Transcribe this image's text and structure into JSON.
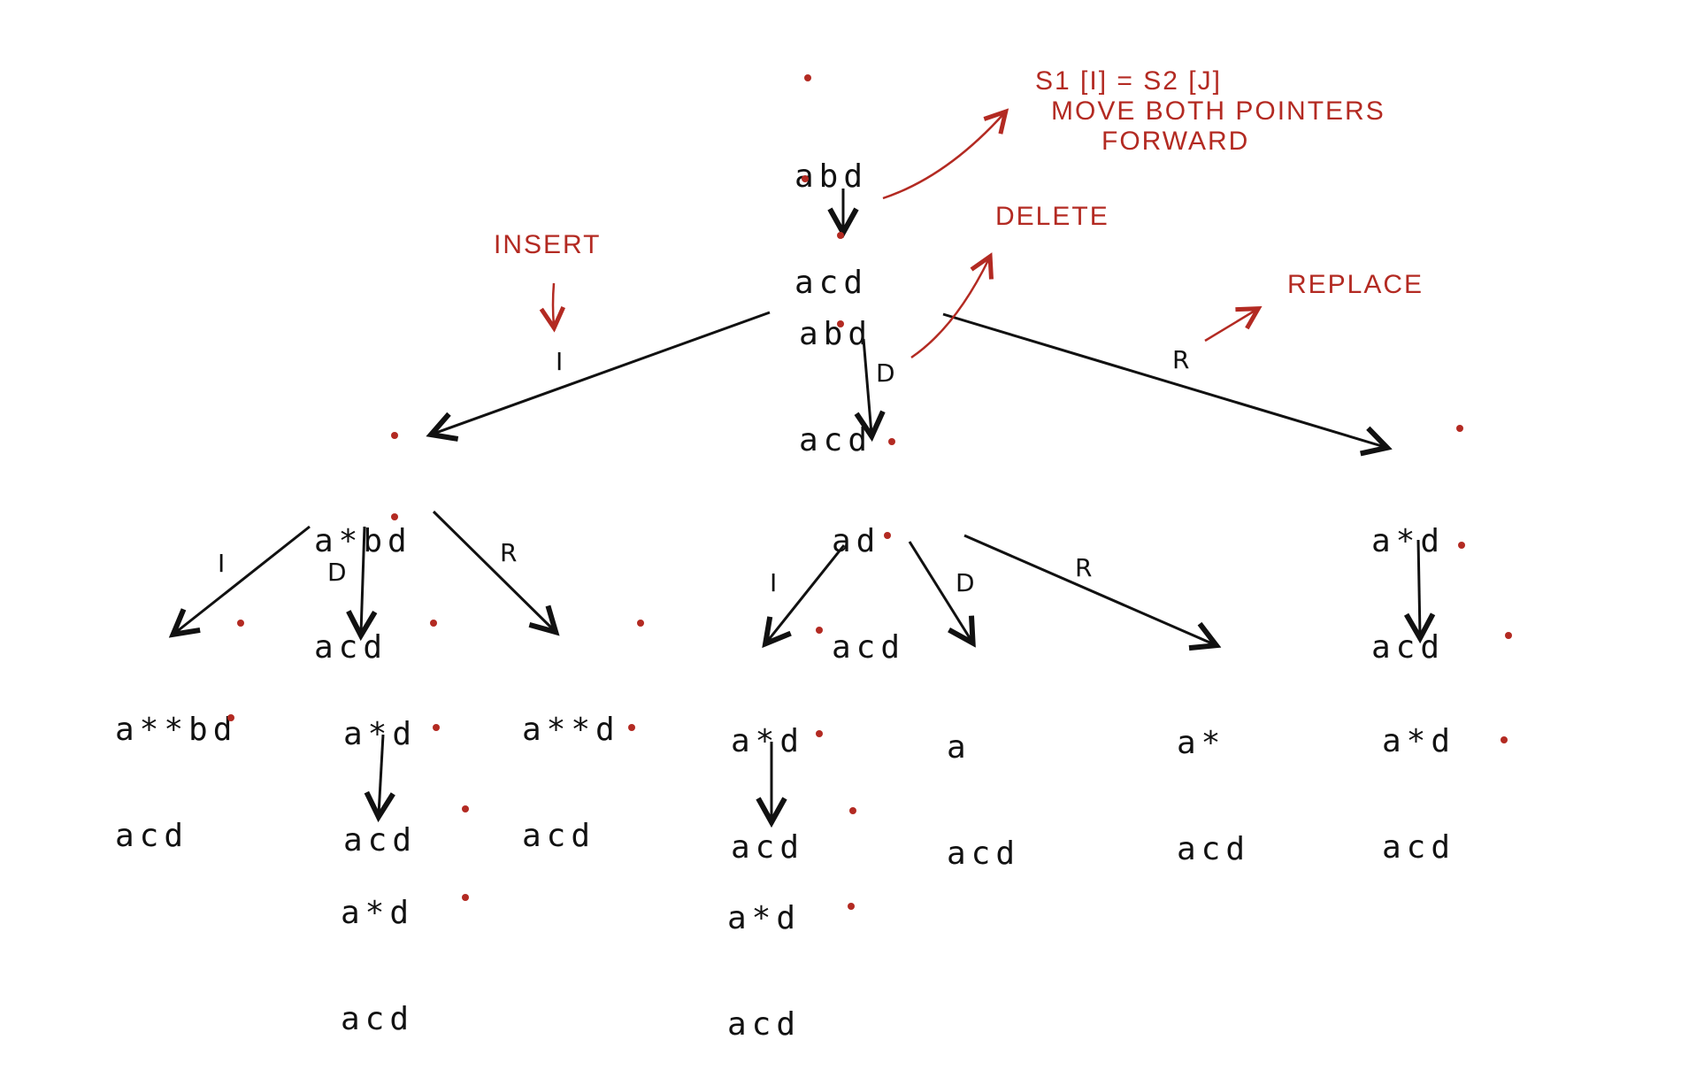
{
  "colors": {
    "ink": "#111111",
    "annotation": "#b32a22",
    "background": "#ffffff"
  },
  "nodes": {
    "root": {
      "s1": "abd",
      "s2": "acd"
    },
    "level1": {
      "s1": "abd",
      "s2": "acd"
    },
    "ins": {
      "s1": "a*bd",
      "s2": "acd"
    },
    "del": {
      "s1": "ad",
      "s2": "acd"
    },
    "rep": {
      "s1": "a*d",
      "s2": "acd"
    },
    "ins_i": {
      "s1": "a**bd",
      "s2": "acd"
    },
    "ins_d": {
      "s1": "a*d",
      "s2": "acd"
    },
    "ins_r": {
      "s1": "a**d",
      "s2": "acd"
    },
    "del_i": {
      "s1": "a*d",
      "s2": "acd"
    },
    "del_d": {
      "s1": "a",
      "s2": "acd"
    },
    "del_r": {
      "s1": "a*",
      "s2": "acd"
    },
    "rep_next": {
      "s1": "a*d",
      "s2": "acd"
    },
    "ins_d_next": {
      "s1": "a*d",
      "s2": "acd"
    },
    "del_i_next": {
      "s1": "a*d",
      "s2": "acd"
    }
  },
  "edge_labels": {
    "i": "I",
    "d": "D",
    "r": "R"
  },
  "annotations": {
    "match_line1": "S1 [I] = S2 [J]",
    "match_line2": "MOVE BOTH POINTERS",
    "match_line3": "FORWARD",
    "delete": "DELETE",
    "insert": "INSERT",
    "replace": "REPLACE"
  }
}
